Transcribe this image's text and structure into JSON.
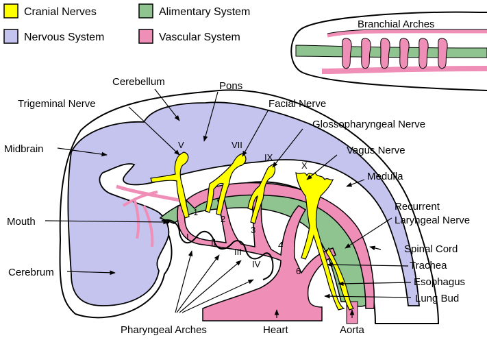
{
  "legend": {
    "items": [
      {
        "label": "Cranial Nerves",
        "color": "#ffff00"
      },
      {
        "label": "Alimentary System",
        "color": "#8fc38f"
      },
      {
        "label": "Nervous System",
        "color": "#c4c4ee"
      },
      {
        "label": "Vascular System",
        "color": "#ef8fb8"
      }
    ]
  },
  "inset": {
    "title": "Branchial Arches"
  },
  "labels": {
    "cerebellum": "Cerebellum",
    "pons": "Pons",
    "trigeminal": "Trigeminal Nerve",
    "facial": "Facial Nerve",
    "glossopharyngeal": "Glossopharyngeal Nerve",
    "vagus": "Vagus Nerve",
    "midbrain": "Midbrain",
    "medulla": "Medulla",
    "mouth": "Mouth",
    "recurrent_1": "Recurrent",
    "recurrent_2": "Laryngeal Nerve",
    "spinal_cord": "Spinal Cord",
    "trachea": "Trachea",
    "cerebrum": "Cerebrum",
    "esophagus": "Esophagus",
    "lung_bud": "Lung Bud",
    "pharyngeal_arches": "Pharyngeal Arches",
    "heart": "Heart",
    "aorta": "Aorta"
  },
  "nerve_numerals": {
    "v": "V",
    "vii": "VII",
    "ix": "IX",
    "x": "X"
  },
  "arch_numbers": {
    "a1": "1",
    "a2": "2",
    "a3": "3",
    "a4": "4",
    "a6": "6"
  },
  "arch_numerals": {
    "i": "I",
    "ii": "II",
    "iii": "III",
    "iv": "IV"
  },
  "colors": {
    "outline": "#000000",
    "nervous": "#c4c4ee",
    "vascular": "#ef8fb8",
    "alimentary": "#8fc38f",
    "nerves": "#ffff00"
  }
}
